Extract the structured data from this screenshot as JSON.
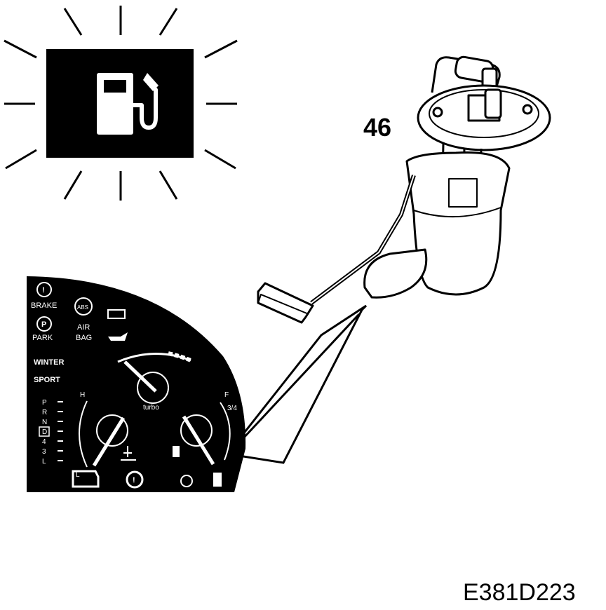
{
  "part_label": "46",
  "figure_id": "E381D223",
  "warning_lamp": {
    "icon": "fuel-pump-icon",
    "state": "flashing"
  },
  "cluster": {
    "brake_label": "BRAKE",
    "park_label": "PARK",
    "abs_label": "ABS",
    "air_bag_line1": "AIR",
    "air_bag_line2": "BAG",
    "winter_label": "WINTER",
    "sport_label": "SPORT",
    "turbo_label": "turbo",
    "temp_high": "H",
    "temp_low": "L",
    "fuel_full": "F",
    "fuel_three_quarter": "3/4",
    "gear_positions": [
      "P",
      "R",
      "N",
      "D",
      "4",
      "3",
      "L"
    ],
    "selected_gear": "D",
    "icons": [
      "battery-icon",
      "oil-can-icon",
      "coolant-temp-icon",
      "fuel-pump-icon",
      "check-engine-icon",
      "brake-warning-icon",
      "fog-light-icon"
    ]
  },
  "colors": {
    "ink": "#000000",
    "paper": "#ffffff"
  }
}
